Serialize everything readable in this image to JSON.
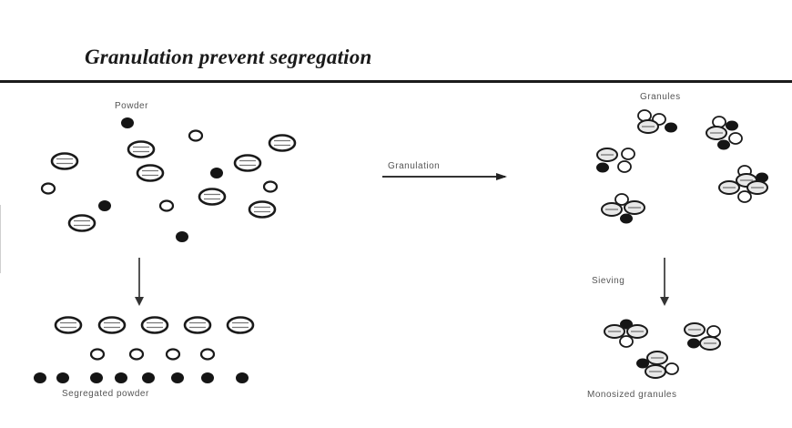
{
  "title": "Granulation prevent segregation",
  "labels": {
    "powder": "Powder",
    "granulation": "Granulation",
    "granules": "Granules",
    "sieving": "Sieving",
    "segregated": "Segregated powder",
    "monosized": "Monosized granules"
  },
  "colors": {
    "ink": "#1a1a1a",
    "fill_light": "#ffffff",
    "stripe": "#9a9a9a"
  },
  "particle_types": [
    "large-striped",
    "small-hollow",
    "small-solid"
  ]
}
